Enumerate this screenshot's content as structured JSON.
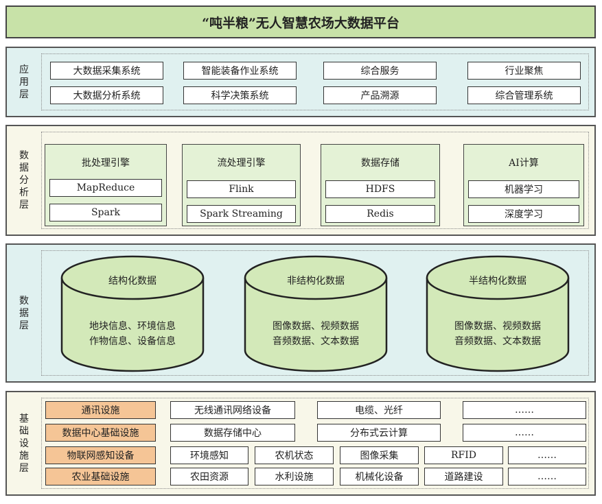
{
  "title": "“吨半粮”无人智慧农场大数据平台",
  "application_layer": {
    "label": "应用层",
    "items": [
      "大数据采集系统",
      "智能装备作业系统",
      "综合服务",
      "行业聚焦",
      "大数据分析系统",
      "科学决策系统",
      "产品溯源",
      "综合管理系统"
    ]
  },
  "analysis_layer": {
    "label": "数据分析层",
    "groups": [
      {
        "title": "批处理引擎",
        "items": [
          "MapReduce",
          "Spark"
        ]
      },
      {
        "title": "流处理引擎",
        "items": [
          "Flink",
          "Spark Streaming"
        ]
      },
      {
        "title": "数据存储",
        "items": [
          "HDFS",
          "Redis"
        ]
      },
      {
        "title": "AI计算",
        "items": [
          "机器学习",
          "深度学习"
        ]
      }
    ]
  },
  "data_layer": {
    "label": "数据层",
    "stores": [
      {
        "title": "结构化数据",
        "line1": "地块信息、环境信息",
        "line2": "作物信息、设备信息"
      },
      {
        "title": "非结构化数据",
        "line1": "图像数据、视频数据",
        "line2": "音频数据、文本数据"
      },
      {
        "title": "半结构化数据",
        "line1": "图像数据、视频数据",
        "line2": "音频数据、文本数据"
      }
    ]
  },
  "infra_layer": {
    "label": "基础设施层",
    "rows": [
      {
        "category": "通讯设施",
        "items": [
          "无线通讯网络设备",
          "电缆、光纤",
          "……"
        ]
      },
      {
        "category": "数据中心基础设施",
        "items": [
          "数据存储中心",
          "分布式云计算",
          "……"
        ]
      },
      {
        "category": "物联网感知设备",
        "items": [
          "环境感知",
          "农机状态",
          "图像采集",
          "RFID",
          "……"
        ]
      },
      {
        "category": "农业基础设施",
        "items": [
          "农田资源",
          "水利设施",
          "机械化设备",
          "道路建设",
          "……"
        ]
      }
    ]
  },
  "colors": {
    "title_bg": "#c8e2a8",
    "layer_blue": "#e0f1f0",
    "layer_cream": "#f8f7e9",
    "group_green": "#e4f2d6",
    "cylinder_green": "#d3e9b9",
    "infra_orange": "#f5c596"
  }
}
